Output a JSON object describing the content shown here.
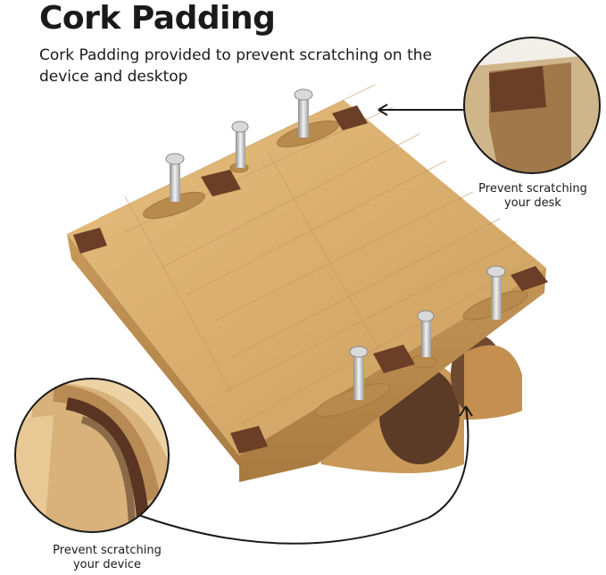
{
  "heading": {
    "title": "Cork Padding",
    "subtitle": "Cork Padding provided to prevent scratching on the device and desktop"
  },
  "callouts": {
    "desk_line1": "Prevent scratching",
    "desk_line2": "your desk",
    "device_line1": "Prevent scratching",
    "device_line2": "your device"
  },
  "colors": {
    "wood": "#d9ad6c",
    "wood_dark": "#b8874a",
    "cork": "#6b3e28",
    "metal": "#c9c9c9"
  }
}
